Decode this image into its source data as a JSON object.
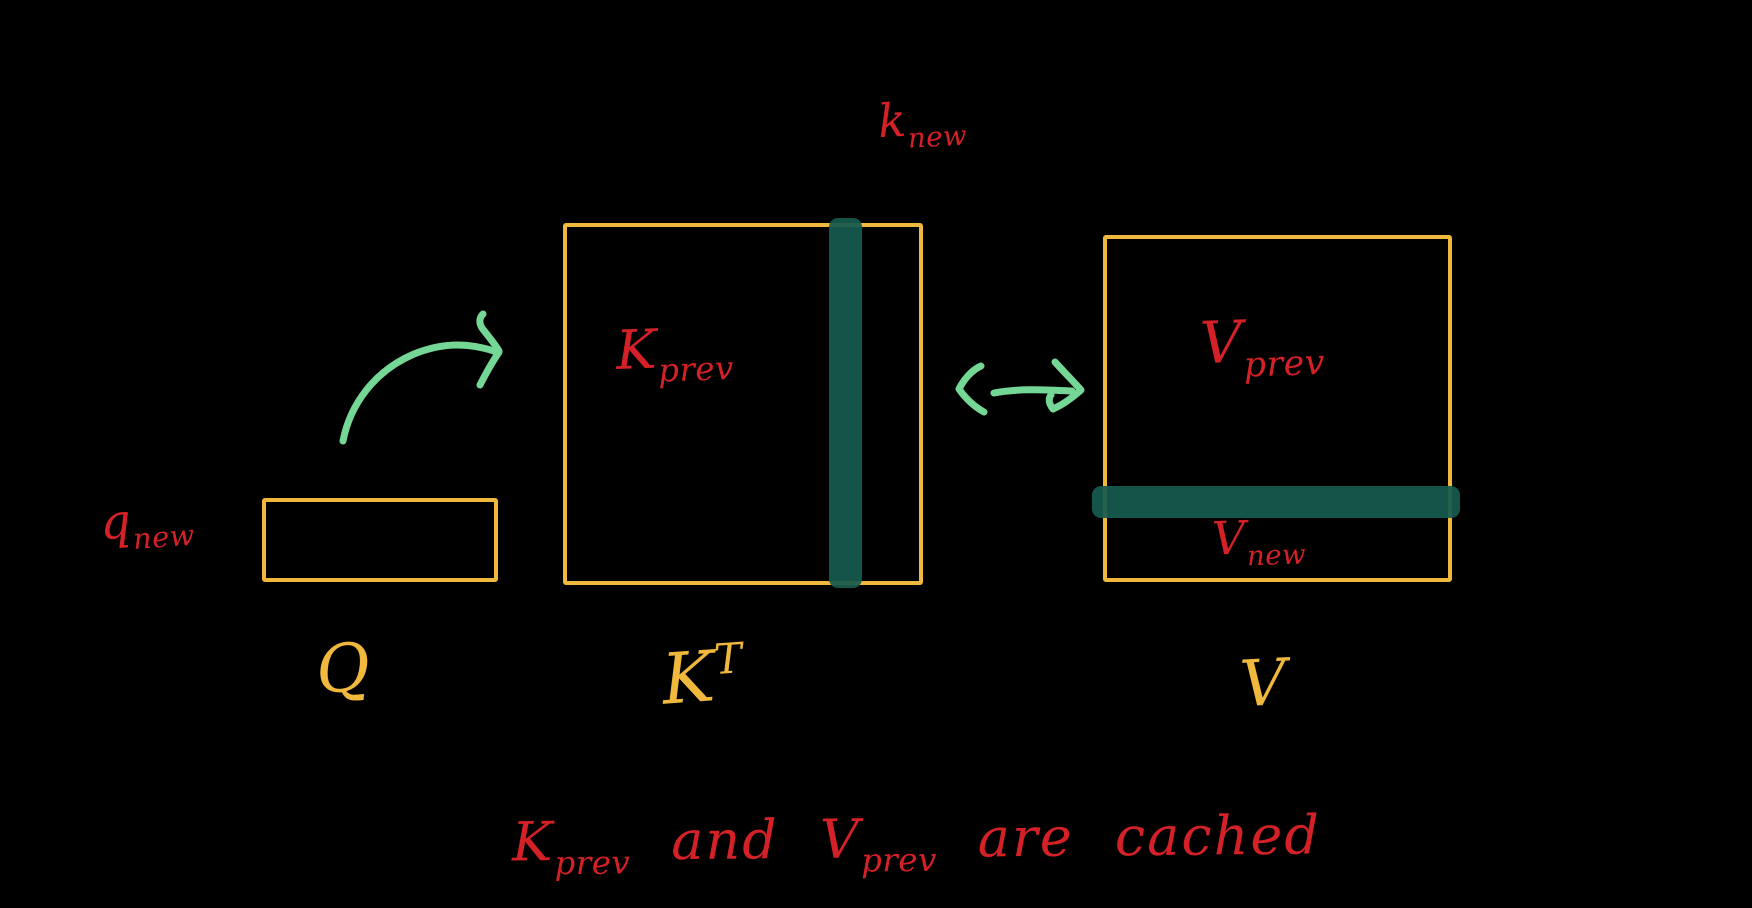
{
  "colors": {
    "background": "#000000",
    "yellow": "#F0B83D",
    "red": "#D42127",
    "green": "#74D795",
    "teal": "#155A4F"
  },
  "matrices": {
    "q": {
      "label": "Q",
      "annotation": {
        "base": "q",
        "sub": "new"
      }
    },
    "kt": {
      "label_base": "K",
      "label_sup": "T",
      "inner_label": {
        "base": "K",
        "sub": "prev"
      },
      "column_annotation": {
        "base": "k",
        "sub": "new"
      }
    },
    "v": {
      "label": "V",
      "inner_label": {
        "base": "V",
        "sub": "prev"
      },
      "row_annotation": {
        "base": "V",
        "sub": "new"
      }
    }
  },
  "caption": {
    "parts": [
      {
        "text": "K"
      },
      {
        "sub": "prev"
      },
      {
        "text": " and "
      },
      {
        "text": "V"
      },
      {
        "sub": "prev"
      },
      {
        "text": " are cached"
      }
    ]
  }
}
